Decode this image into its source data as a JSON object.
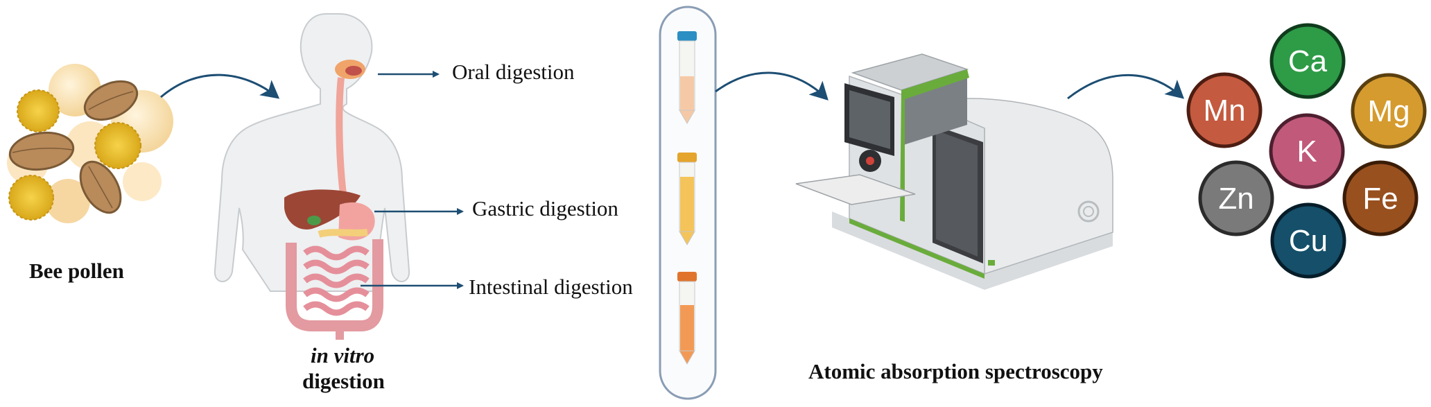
{
  "labels": {
    "bee_pollen": "Bee pollen",
    "oral": "Oral digestion",
    "gastric": "Gastric digestion",
    "intestinal": "Intestinal digestion",
    "in_vitro_italic": "in vitro",
    "digestion_word": "digestion",
    "aas": "Atomic absorption spectroscopy"
  },
  "elements": [
    "Ca",
    "Mn",
    "Mg",
    "K",
    "Zn",
    "Fe",
    "Cu"
  ],
  "colors": {
    "arrow": "#1d4e73",
    "Ca": "#2e9b47",
    "Mn": "#c45a3f",
    "Mg": "#d59b2f",
    "K": "#c1597a",
    "Zn": "#7a7a7a",
    "Fe": "#98501f",
    "Cu": "#154f6a",
    "tube_cap_1": "#2b8fc4",
    "tube_cap_2": "#e5a42b",
    "tube_cap_3": "#e0742c",
    "instrument_accent": "#6aac3c"
  }
}
